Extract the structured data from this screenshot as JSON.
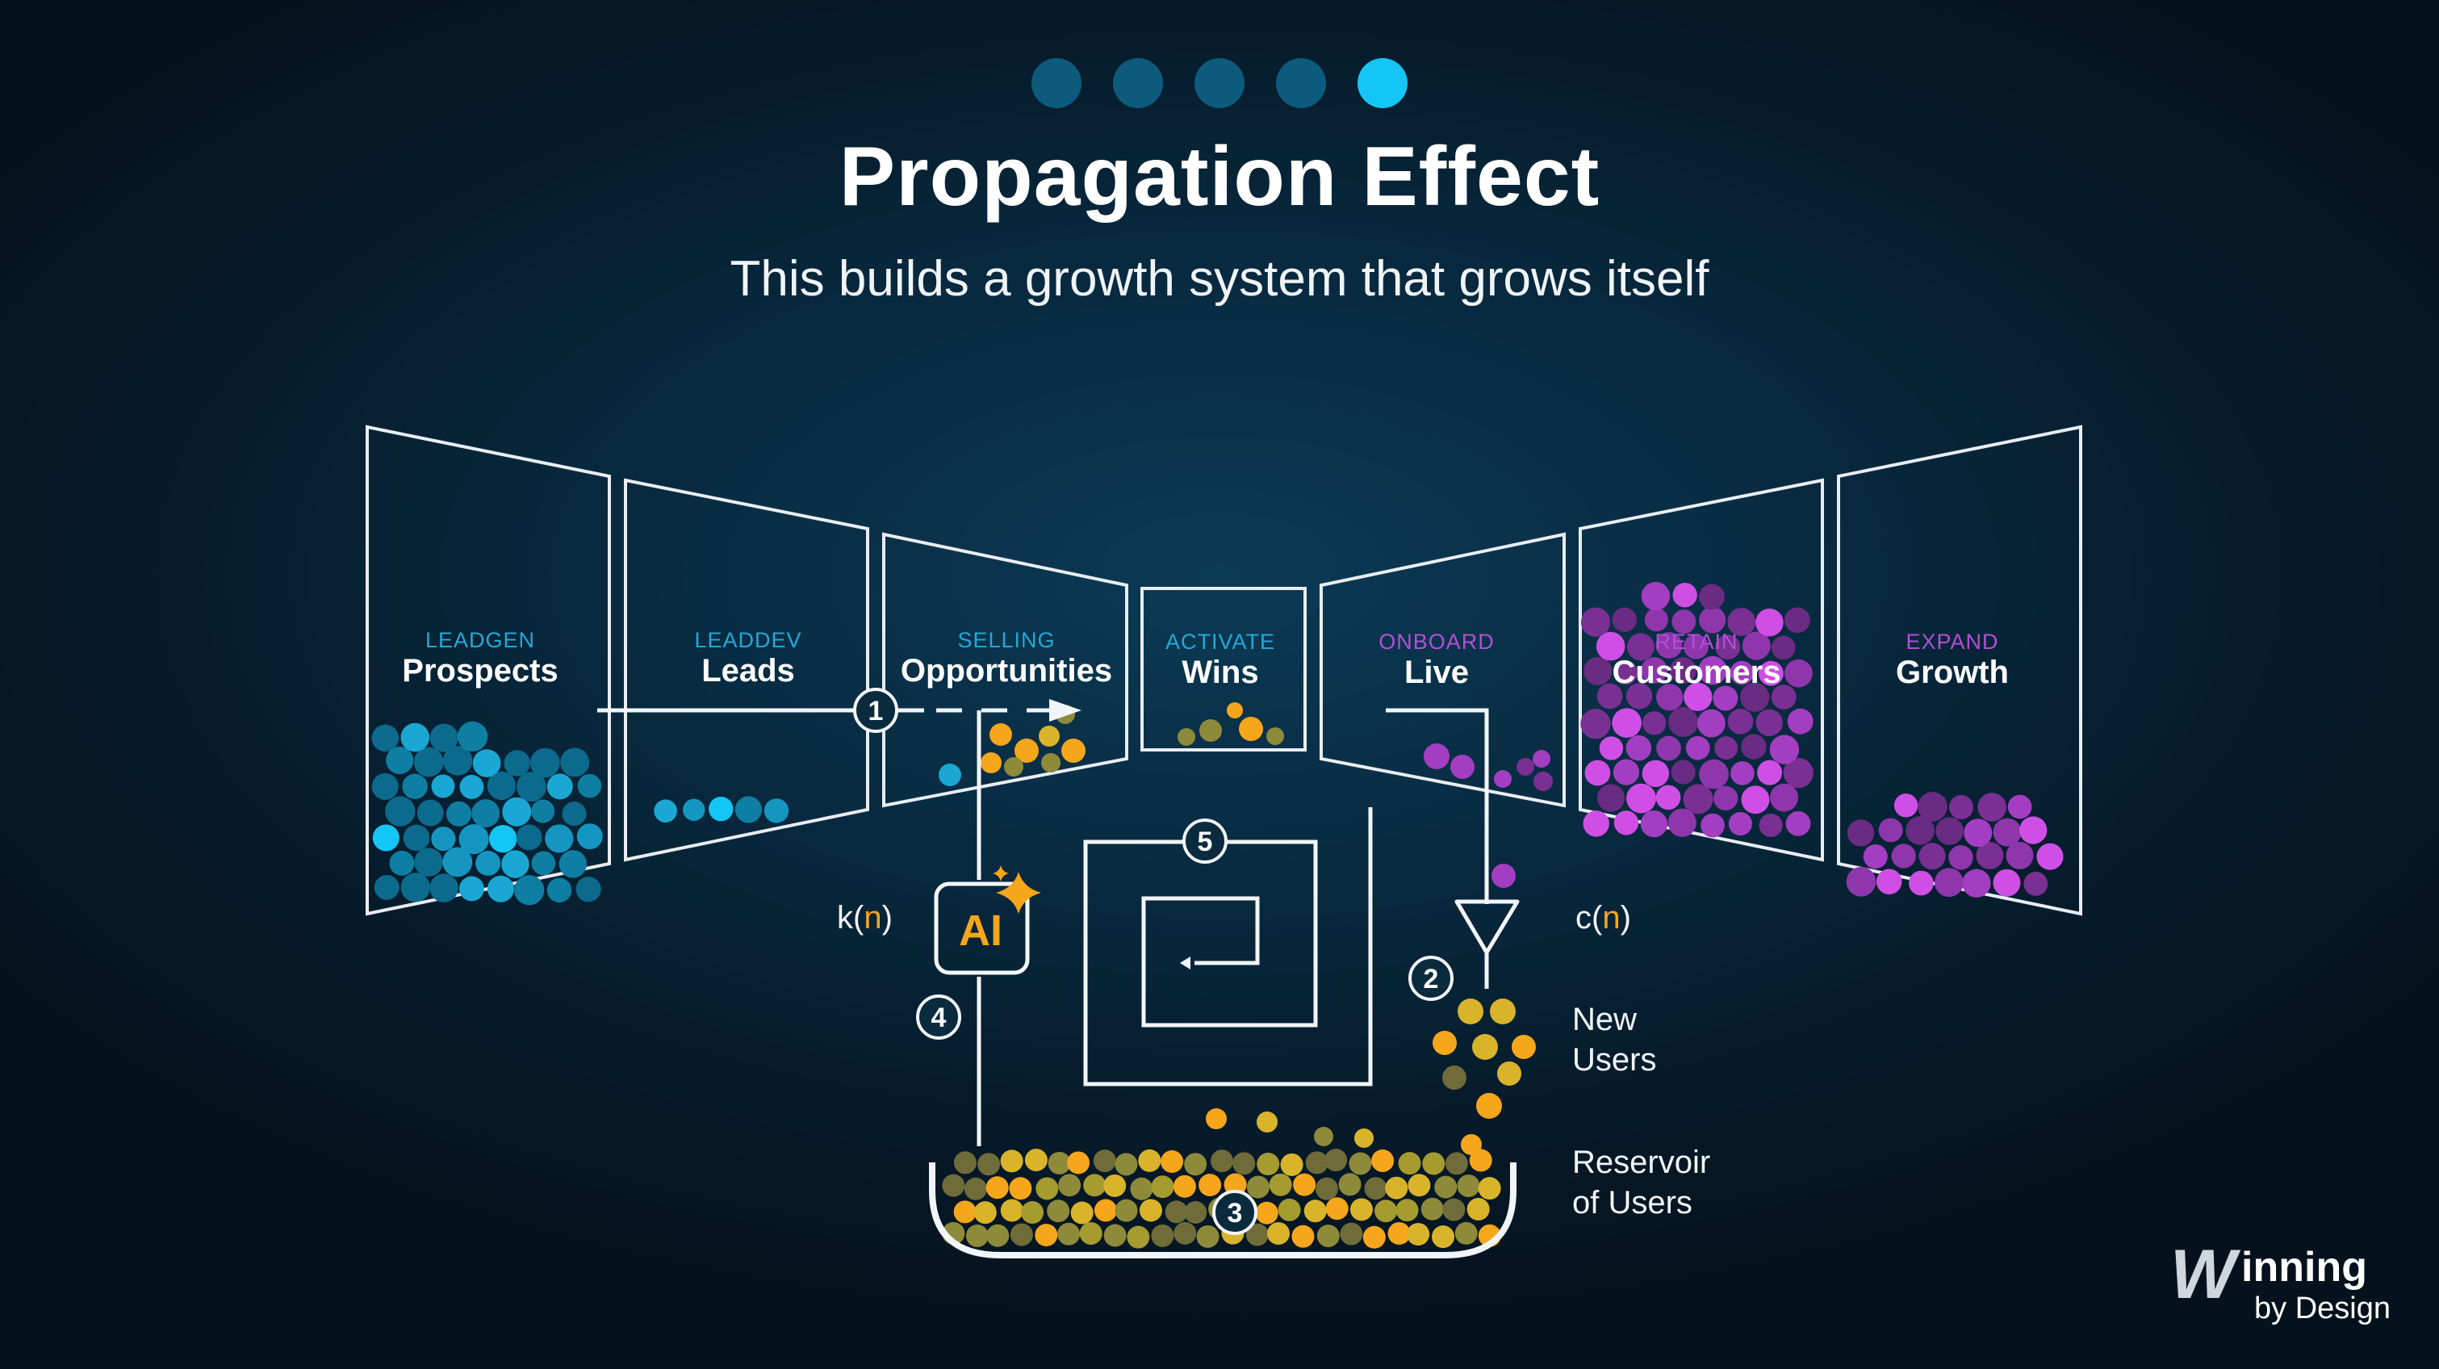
{
  "header": {
    "title": "Propagation Effect",
    "subtitle": "This builds a growth system that grows itself",
    "page_dots": 5,
    "active_dot": 5
  },
  "stages": [
    {
      "kind": "LEADGEN",
      "name": "Prospects",
      "color": "#22a9d6"
    },
    {
      "kind": "LEADDEV",
      "name": "Leads",
      "color": "#22a9d6"
    },
    {
      "kind": "SELLING",
      "name": "Opportunities",
      "color": "#22a9d6"
    },
    {
      "kind": "ACTIVATE",
      "name": "Wins",
      "color": "#22a9d6"
    },
    {
      "kind": "ONBOARD",
      "name": "Live",
      "color": "#b34fd6"
    },
    {
      "kind": "RETAIN",
      "name": "Customers",
      "color": "#b34fd6"
    },
    {
      "kind": "EXPAND",
      "name": "Growth",
      "color": "#b34fd6"
    }
  ],
  "markers": [
    "1",
    "2",
    "3",
    "4",
    "5"
  ],
  "labels": {
    "k_prefix": "k(",
    "k_n": "n",
    "k_suffix": ")",
    "c_prefix": "c(",
    "c_n": "n",
    "c_suffix": ")",
    "new_users_1": "New",
    "new_users_2": "Users",
    "reservoir_1": "Reservoir",
    "reservoir_2": "of Users",
    "ai": "AI"
  },
  "logo": {
    "line1": "inning",
    "line2": "by Design",
    "mark": "W"
  },
  "colors": {
    "cyan": "#14c6f5",
    "teal": "#0f7ea3",
    "purple": "#a33dc2",
    "magenta": "#cf4fe6",
    "orange": "#f6a61b",
    "olive": "#8d8a3a",
    "gold": "#d9b42a"
  }
}
